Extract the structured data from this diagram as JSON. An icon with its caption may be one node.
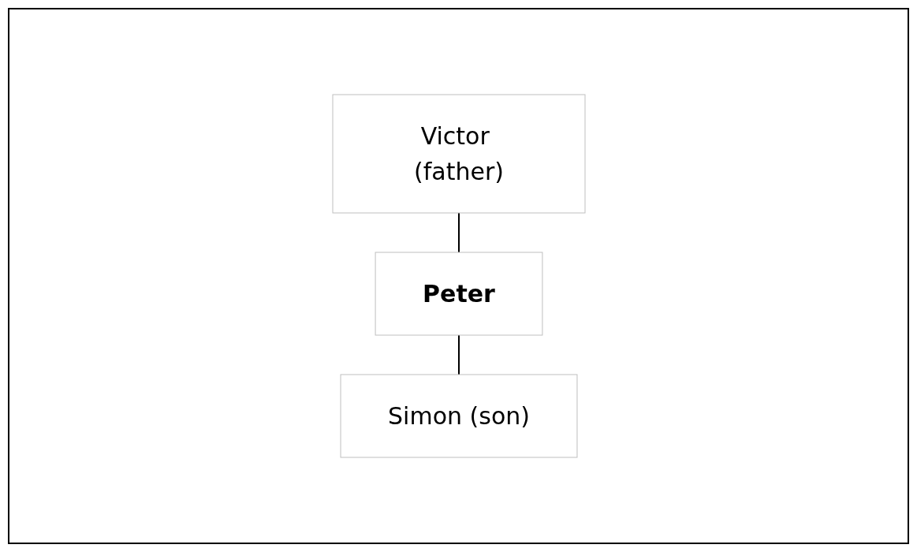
{
  "diagram": {
    "nodes": [
      {
        "text": [
          "Victor (father)"
        ]
      },
      {
        "text": [
          "Peter"
        ]
      },
      {
        "text": [
          "Simon (son)"
        ]
      }
    ],
    "edges": [
      {
        "from": 0,
        "to": 1,
        "arrow": "none"
      },
      {
        "from": 1,
        "to": 2,
        "arrow": "none"
      }
    ]
  }
}
